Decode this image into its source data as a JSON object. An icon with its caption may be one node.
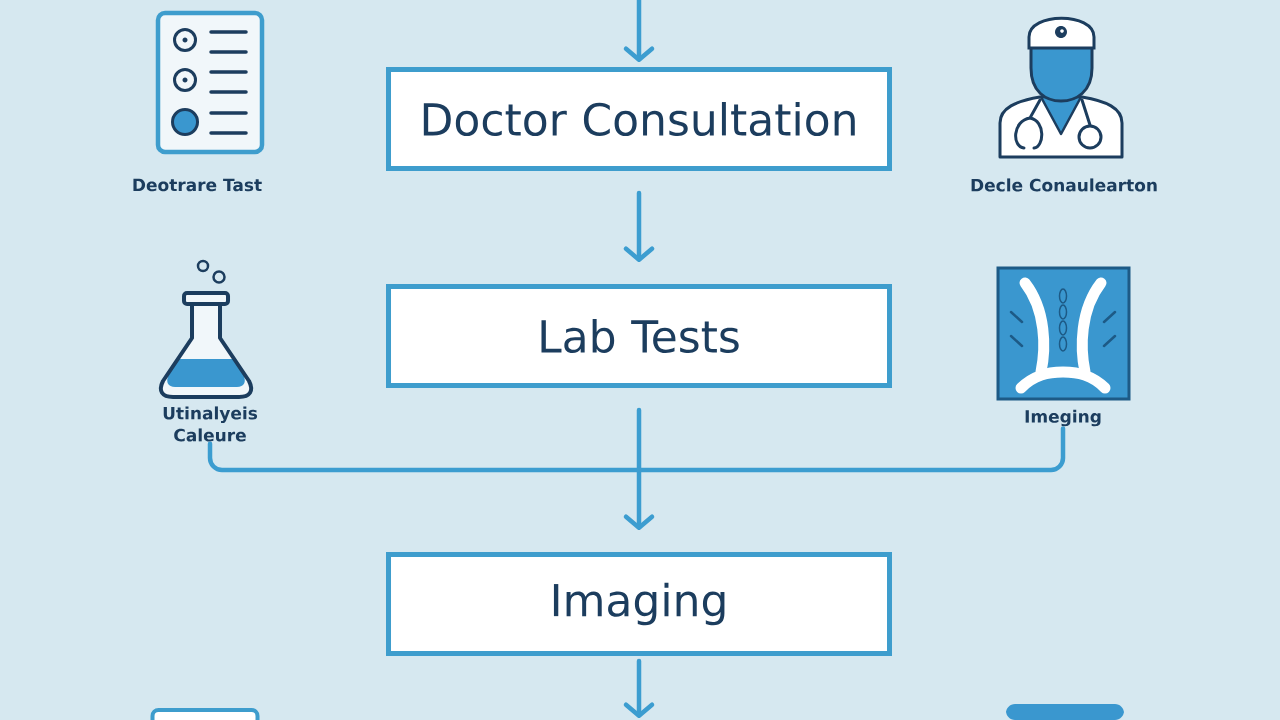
{
  "diagram": {
    "nodes": [
      {
        "text": [
          "Deotrare Tast"
        ]
      },
      {
        "text": [
          "Doctor Consultation"
        ]
      },
      {
        "text": [
          "Decle Conaulearton"
        ]
      },
      {
        "text": [
          "Utinalyeis Caleure"
        ]
      },
      {
        "text": [
          "Lab Tests"
        ]
      },
      {
        "text": [
          "Imeging"
        ]
      },
      {
        "text": [
          "Imaging"
        ]
      },
      {
        "text": [],
        "shape": "box"
      },
      {
        "text": [],
        "shape": "box"
      }
    ],
    "edges": [
      {
        "from": null,
        "to": 1,
        "arrow": "to"
      },
      {
        "from": 1,
        "to": 4,
        "arrow": "to"
      },
      {
        "from": 4,
        "to": 6,
        "arrow": "to"
      },
      {
        "from": 3,
        "to": 5,
        "arrow": "none"
      },
      {
        "from": 6,
        "to": null,
        "arrow": "to"
      }
    ]
  }
}
